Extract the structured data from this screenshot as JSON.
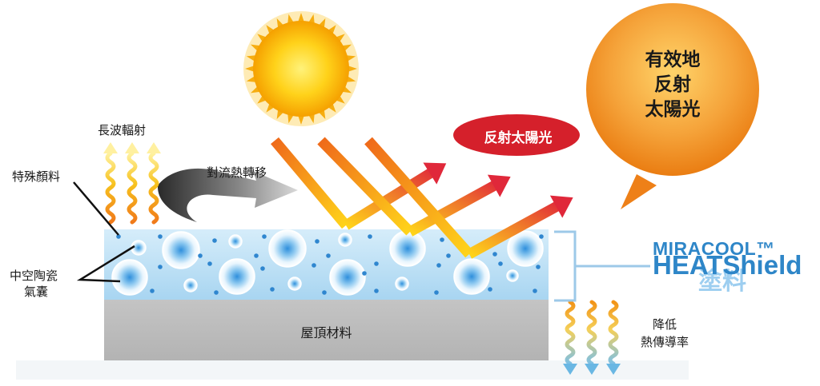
{
  "labels": {
    "longwave": "長波輻射",
    "pigment": "特殊顏料",
    "convection": "對流熱轉移",
    "ceramic_line1": "中空陶瓷",
    "ceramic_line2": "氣囊",
    "roof": "屋頂材料",
    "low_line1": "降低",
    "low_line2": "熱傳導率"
  },
  "reflect_pill": "反射太陽光",
  "bubble": [
    "有效地",
    "反射",
    "太陽光"
  ],
  "brand": {
    "line1": "MIRACOOL™",
    "line2": "HEATShield",
    "line3": "塗料"
  },
  "colors": {
    "sun": "#f5a800",
    "pill": "#d5202b",
    "bubble": "#f08a1c",
    "coating_top": "#cde8f8",
    "roof": "#bdbdbd",
    "brand": "#2e86c8"
  }
}
